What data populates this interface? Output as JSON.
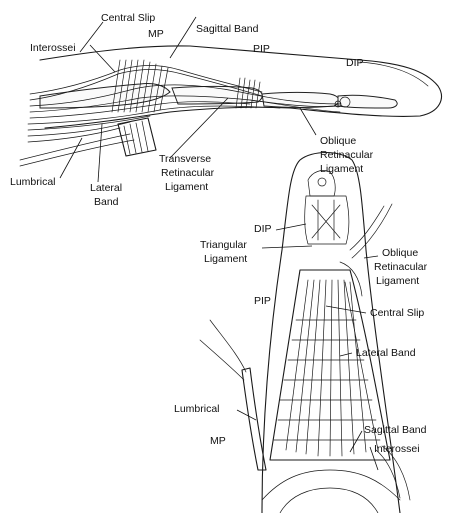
{
  "lateral_view": {
    "labels": {
      "central_slip": "Central Slip",
      "mp": "MP",
      "sagittal_band": "Sagittal Band",
      "interossei": "Interossei",
      "pip": "PIP",
      "dip": "DIP",
      "oblique_retinacular_1": "Oblique",
      "oblique_retinacular_2": "Retinacular",
      "oblique_retinacular_3": "Ligament",
      "transverse_retinacular_1": "Transverse",
      "transverse_retinacular_2": "Retinacular",
      "transverse_retinacular_3": "Ligament",
      "lumbrical": "Lumbrical",
      "lateral_band_1": "Lateral",
      "lateral_band_2": "Band"
    }
  },
  "dorsal_view": {
    "labels": {
      "dip": "DIP",
      "triangular_1": "Triangular",
      "triangular_2": "Ligament",
      "oblique_retinacular_1": "Oblique",
      "oblique_retinacular_2": "Retinacular",
      "oblique_retinacular_3": "Ligament",
      "pip": "PIP",
      "central_slip": "Central Slip",
      "lateral_band": "Lateral Band",
      "lumbrical": "Lumbrical",
      "mp": "MP",
      "sagittal_band": "Sagittal Band",
      "interossei": "Interossei"
    }
  }
}
